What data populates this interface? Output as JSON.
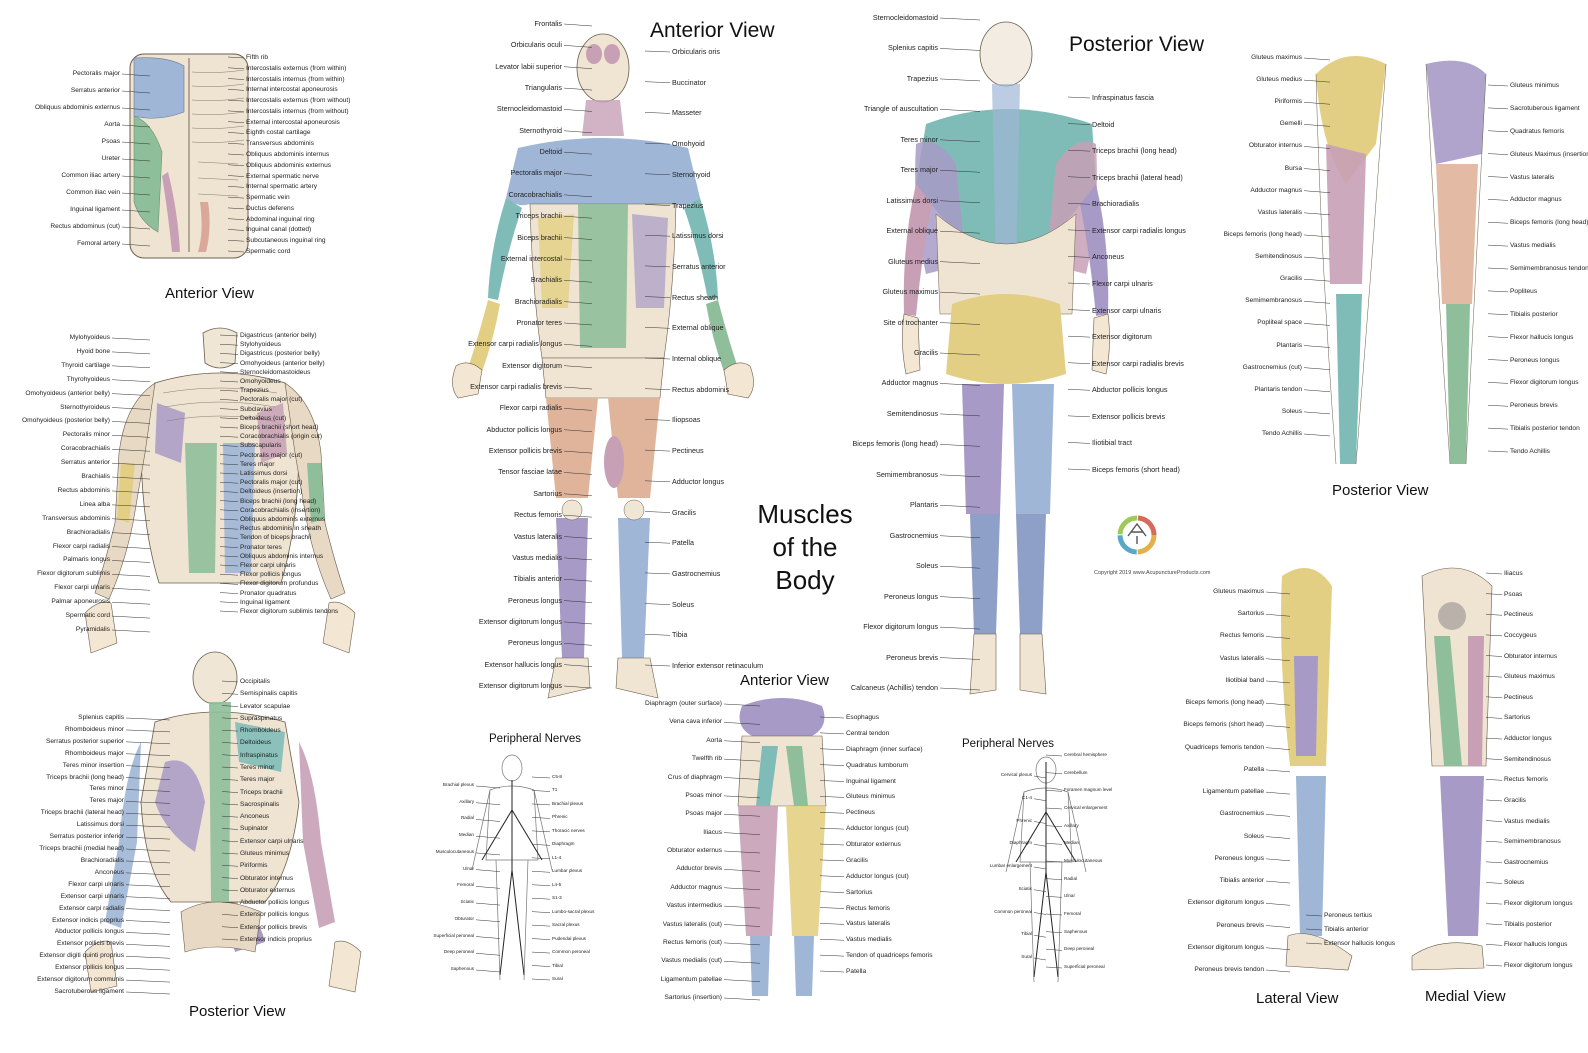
{
  "main_title": [
    "Muscles",
    "of the",
    "Body"
  ],
  "copyright": "Copyright 2019 www.AcupunctureProducts.com",
  "panels": {
    "torso_tl": {
      "title": "Anterior View",
      "left_labels": [
        "Pectoralis major",
        "Serratus anterior",
        "Obliquus abdominis externus",
        "Aorta",
        "Psoas",
        "Ureter",
        "Common iliac artery",
        "Common iliac vein",
        "Inguinal ligament",
        "Rectus abdominus (cut)",
        "Femoral artery"
      ],
      "right_labels": [
        "Fifth rib",
        "Intercostalis externus (from within)",
        "Intercostalis internus (from within)",
        "Internal intercostal aponeurosis",
        "Intercostalis externus (from without)",
        "Intercostalis internus (from without)",
        "External intercostal aponeurosis",
        "Eighth costal cartilage",
        "Transversus abdominis",
        "Obliquus abdominis internus",
        "Obliquus abdominis externus",
        "External spermatic nerve",
        "Internal spermatic artery",
        "Spermatic vein",
        "Ductus deferens",
        "Abdominal inguinal ring",
        "Inguinal canal (dotted)",
        "Subcutaneous inguinal ring",
        "Spermatic cord"
      ]
    },
    "deep_anterior": {
      "left_labels": [
        "Mylohyoideus",
        "Hyoid bone",
        "Thyroid cartilage",
        "Thyrohyoideus",
        "Omohyoideus (anterior belly)",
        "Sternothyroideus",
        "Omohyoideus (posterior belly)",
        "Pectoralis minor",
        "Coracobrachialis",
        "Serratus anterior",
        "Brachialis",
        "Rectus abdominis",
        "Linea alba",
        "Transversus abdominis",
        "Brachioradialis",
        "Flexor carpi radialis",
        "Palmaris longus",
        "Flexor digitorum sublimis",
        "Flexor carpi ulnaris",
        "Palmar aponeurosis",
        "Spermatic cord",
        "Pyramidalis"
      ],
      "right_labels": [
        "Digastricus (anterior belly)",
        "Stylohyoideus",
        "Digastricus (posterior belly)",
        "Omohyoideus (anterior belly)",
        "Sternocleidomastoideus",
        "Omohyoideus",
        "Trapezius",
        "Pectoralis major (cut)",
        "Subclavius",
        "Deltoideus (cut)",
        "Biceps brachii (short head)",
        "Coracobrachialis (origin cut)",
        "Subscapularis",
        "Pectoralis major (cut)",
        "Teres major",
        "Latissimus dorsi",
        "Pectoralis major (cut)",
        "Deltoideus (insertion)",
        "Biceps brachii (long head)",
        "Coracobrachialis (insertion)",
        "Obliquus abdominis externus",
        "Rectus abdominis in sheath",
        "Tendon of biceps brachii",
        "Pronator teres",
        "Obliquus abdominis internus",
        "Flexor carpi ulnaris",
        "Flexor pollicis longus",
        "Flexor digitorum profundus",
        "Pronator quadratus",
        "Inguinal ligament",
        "Flexor digitorum sublimis tendons"
      ]
    },
    "posterior_bl": {
      "title": "Posterior View",
      "left_labels": [
        "Splenius capitis",
        "Rhomboideus minor",
        "Serratus posterior superior",
        "Rhomboideus major",
        "Teres minor insertion",
        "Triceps brachii (long head)",
        "Teres minor",
        "Teres major",
        "Triceps brachii (lateral head)",
        "Latissimus dorsi",
        "Serratus posterior inferior",
        "Triceps brachii (medial head)",
        "Brachioradialis",
        "Anconeus",
        "Flexor carpi ulnaris",
        "Extensor carpi ulnaris",
        "Extensor carpi radialis",
        "Extensor indicis proprius",
        "Abductor pollicis longus",
        "Extensor pollicis brevis",
        "Extensor digiti quinti proprius",
        "Extensor pollicis longus",
        "Extensor digitorum communis",
        "Sacrotuberous ligament"
      ],
      "right_labels": [
        "Occipitalis",
        "Semispinalis capitis",
        "Levator scapulae",
        "Supraspinatus",
        "Rhomboideus",
        "Deltoideus",
        "Infraspinatus",
        "Teres minor",
        "Teres major",
        "Triceps brachii",
        "Sacrospinalis",
        "Anconeus",
        "Supinator",
        "Extensor carpi ulnaris",
        "Gluteus minimus",
        "Piriformis",
        "Obturator internus",
        "Obturator externus",
        "Abductor pollicis longus",
        "Extensor pollicis longus",
        "Extensor pollicis brevis",
        "Extensor indicis proprius"
      ]
    },
    "anterior_main": {
      "title": "Anterior View",
      "left_labels": [
        "Frontalis",
        "Orbicularis oculi",
        "Levator labii superior",
        "Triangularis",
        "Sternocleidomastoid",
        "Sternothyroid",
        "Deltoid",
        "Pectoralis major",
        "Coracobrachialis",
        "Triceps brachii",
        "Biceps brachii",
        "External intercostal",
        "Brachialis",
        "Brachioradialis",
        "Pronator teres",
        "Extensor carpi radialis longus",
        "Extensor digitorum",
        "Extensor carpi radialis brevis",
        "Flexor carpi radialis",
        "Abductor pollicis longus",
        "Extensor pollicis brevis",
        "Tensor fasciae latae",
        "Sartorius",
        "Rectus femoris",
        "Vastus lateralis",
        "Vastus medialis",
        "Tibialis anterior",
        "Peroneus longus",
        "Extensor digitorum longus",
        "Peroneus longus",
        "Extensor hallucis longus",
        "Extensor digitorum longus"
      ],
      "right_labels": [
        "Orbicularis oris",
        "Buccinator",
        "Masseter",
        "Omohyoid",
        "Sternohyoid",
        "Trapezius",
        "Latissimus dorsi",
        "Serratus anterior",
        "Rectus sheath",
        "External oblique",
        "Internal oblique",
        "Rectus abdominis",
        "Iliopsoas",
        "Pectineus",
        "Adductor longus",
        "Gracilis",
        "Patella",
        "Gastrocnemius",
        "Soleus",
        "Tibia",
        "Inferior extensor retinaculum"
      ]
    },
    "posterior_main": {
      "title": "Posterior View",
      "left_labels": [
        "Sternocleidomastoid",
        "Splenius capitis",
        "Trapezius",
        "Triangle of auscultation",
        "Teres minor",
        "Teres major",
        "Latissimus dorsi",
        "External oblique",
        "Gluteus medius",
        "Gluteus maximus",
        "Site of trochanter",
        "Gracilis",
        "Adductor magnus",
        "Semitendinosus",
        "Biceps femoris (long head)",
        "Semimembranosus",
        "Plantaris",
        "Gastrocnemius",
        "Soleus",
        "Peroneus longus",
        "Flexor digitorum longus",
        "Peroneus brevis",
        "Calcaneus (Achillis) tendon"
      ],
      "right_labels": [
        "Infraspinatus fascia",
        "Deltoid",
        "Triceps brachii (long head)",
        "Triceps brachii (lateral head)",
        "Brachioradialis",
        "Extensor carpi radialis longus",
        "Anconeus",
        "Flexor carpi ulnaris",
        "Extensor carpi ulnaris",
        "Extensor digitorum",
        "Extensor carpi radialis brevis",
        "Abductor pollicis longus",
        "Extensor pollicis brevis",
        "Iliotibial tract",
        "Biceps femoris (short head)"
      ]
    },
    "leg_posterior": {
      "title": "Posterior View",
      "left_labels": [
        "Gluteus maximus",
        "Gluteus medius",
        "Piriformis",
        "Gemelli",
        "Obturator internus",
        "Bursa",
        "Adductor magnus",
        "Vastus lateralis",
        "Biceps femoris (long head)",
        "Semitendinosus",
        "Gracilis",
        "Semimembranosus",
        "Popliteal space",
        "Plantaris",
        "Gastrocnemius (cut)",
        "Plantaris tendon",
        "Soleus",
        "Tendo Achillis"
      ],
      "right_labels": [
        "Gluteus minimus",
        "Sacrotuberous ligament",
        "Quadratus femoris",
        "Gluteus Maximus (insertion)",
        "Vastus lateralis",
        "Adductor magnus",
        "Biceps femoris (long head)",
        "Vastus medialis",
        "Semimembranosus tendon",
        "Popliteus",
        "Tibialis posterior",
        "Flexor hallucis longus",
        "Peroneus longus",
        "Flexor digitorum longus",
        "Peroneus brevis",
        "Tibialis posterior tendon",
        "Tendo Achillis"
      ]
    },
    "leg_lateral_medial": {
      "title_lateral": "Lateral View",
      "title_medial": "Medial View",
      "left_labels": [
        "Gluteus maximus",
        "Sartorius",
        "Rectus femoris",
        "Vastus lateralis",
        "Iliotibial band",
        "Biceps femoris (long head)",
        "Biceps femoris (short head)",
        "Quadriceps femoris tendon",
        "Patella",
        "Ligamentum patellae",
        "Gastrocnemius",
        "Soleus",
        "Peroneus longus",
        "Tibialis anterior",
        "Extensor digitorum longus",
        "Peroneus brevis",
        "Extensor digitorum longus",
        "Peroneus brevis tendon"
      ],
      "center_labels": [
        "Peroneus tertius",
        "Tibialis anterior",
        "Extensor hallucis longus"
      ],
      "right_labels": [
        "Iliacus",
        "Psoas",
        "Pectineus",
        "Coccygeus",
        "Obturator internus",
        "Gluteus maximus",
        "Pectineus",
        "Sartorius",
        "Adductor longus",
        "Semitendinosus",
        "Rectus femoris",
        "Gracilis",
        "Vastus medialis",
        "Semimembranosus",
        "Gastrocnemius",
        "Soleus",
        "Flexor digitorum longus",
        "Tibialis posterior",
        "Flexor hallucis longus",
        "Flexor digitorum longus"
      ]
    },
    "nerves_left": {
      "title": "Peripheral Nerves",
      "left_labels": [
        "Brachial plexus",
        "Axillary",
        "Radial",
        "Median",
        "Musculocutaneous",
        "Ulnar",
        "Femoral",
        "Sciatic",
        "Obturator",
        "Superficial peroneal",
        "Deep peroneal",
        "Saphenous"
      ],
      "right_labels": [
        "C5-8",
        "T1",
        "Brachial plexus",
        "Phrenic",
        "Thoracic nerves",
        "Diaphragm",
        "L1-4",
        "Lumbar plexus",
        "L4-5",
        "S1-3",
        "Lumbo-sacral plexus",
        "Sacral plexus",
        "Pudendal plexus",
        "Common peroneal",
        "Tibial",
        "Sural"
      ]
    },
    "deep_anterior_center": {
      "title": "Anterior View",
      "left_labels": [
        "Diaphragm (outer surface)",
        "Vena cava inferior",
        "Aorta",
        "Twelfth rib",
        "Crus of diaphragm",
        "Psoas minor",
        "Psoas major",
        "Iliacus",
        "Obturator externus",
        "Adductor brevis",
        "Adductor magnus",
        "Vastus intermedius",
        "Vastus lateralis (cut)",
        "Rectus femoris (cut)",
        "Vastus medialis (cut)",
        "Ligamentum patellae",
        "Sartorius (insertion)"
      ],
      "right_labels": [
        "Esophagus",
        "Central tendon",
        "Diaphragm (inner surface)",
        "Quadratus lumborum",
        "Inguinal ligament",
        "Gluteus minimus",
        "Pectineus",
        "Adductor longus (cut)",
        "Obturator externus",
        "Gracilis",
        "Adductor longus (cut)",
        "Sartorius",
        "Rectus femoris",
        "Vastus lateralis",
        "Vastus medialis",
        "Tendon of quadriceps femoris",
        "Patella"
      ]
    },
    "nerves_right": {
      "title": "Peripheral Nerves",
      "left_labels": [
        "Cervical plexus",
        "C1-4",
        "Phrenic",
        "Diaphragm",
        "Lumbar enlargement",
        "Sciatic",
        "Common peroneal",
        "Tibial",
        "Sural"
      ],
      "right_labels": [
        "Cerebral hemisphere",
        "Cerebellum",
        "Foramen magnum level",
        "Cervical enlargement",
        "Axillary",
        "Median",
        "Musculocutaneous",
        "Radial",
        "Ulnar",
        "Femoral",
        "Saphenous",
        "Deep peroneal",
        "Superficial peroneal"
      ]
    }
  },
  "colors": {
    "blue": "#9fb6d6",
    "green": "#8fbf9a",
    "purple": "#a79ac7",
    "mauve": "#c7a0b6",
    "yellow": "#e3cf83",
    "peach": "#e0b49a",
    "teal": "#7fbcb7",
    "skin": "#f3e7d3",
    "bone": "#efe6d6",
    "line": "#333333"
  }
}
